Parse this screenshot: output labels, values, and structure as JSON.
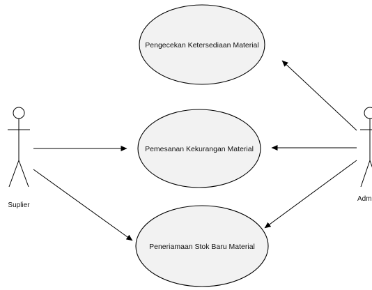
{
  "actors": {
    "supplier": {
      "label": "Suplier"
    },
    "admin": {
      "label": "Adm"
    }
  },
  "use_cases": {
    "check_stock": {
      "label": "Pengecekan Ketersediaan Material"
    },
    "order_shortage": {
      "label": "Pemesanan Kekurangan Material"
    },
    "receive_stock": {
      "label": "Peneriamaan Stok Baru Material"
    }
  },
  "associations": [
    {
      "from": "Suplier",
      "to": "Pemesanan Kekurangan Material"
    },
    {
      "from": "Suplier",
      "to": "Peneriamaan Stok Baru Material"
    },
    {
      "from": "Adm",
      "to": "Pengecekan Ketersediaan Material"
    },
    {
      "from": "Adm",
      "to": "Pemesanan Kekurangan Material"
    },
    {
      "from": "Adm",
      "to": "Peneriamaan Stok Baru Material"
    }
  ]
}
